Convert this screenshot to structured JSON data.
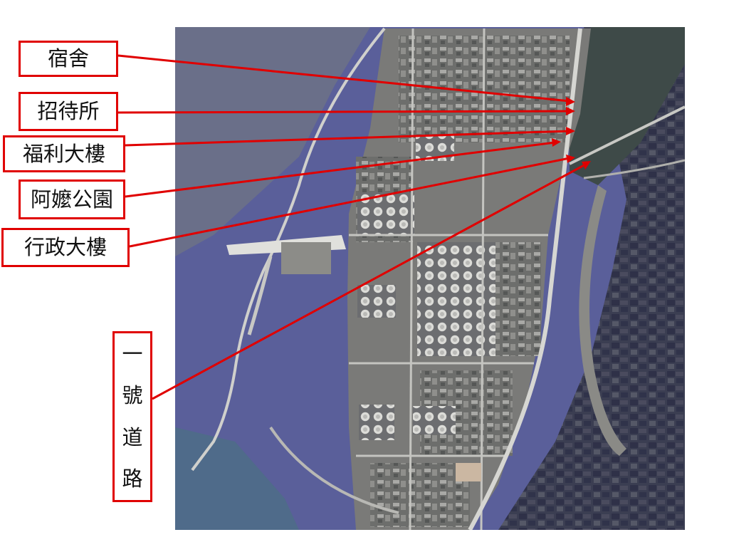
{
  "labels": {
    "dormitory": "宿舍",
    "guesthouse": "招待所",
    "welfare_building": "福利大樓",
    "ama_park": "阿嬤公園",
    "admin_building": "行政大樓",
    "road_no1": [
      "一",
      "號",
      "道",
      "路"
    ]
  },
  "colors": {
    "callout": "#e00000",
    "sea": "#5a5f9a",
    "land": "#7a7a78",
    "river": "#3e4a48",
    "farmland": "#3c3f55"
  }
}
